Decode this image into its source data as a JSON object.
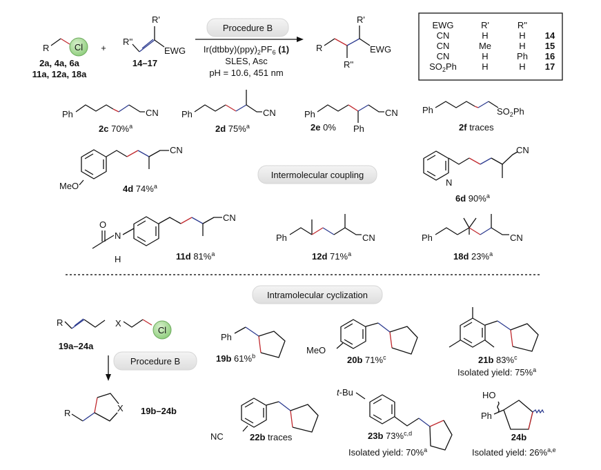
{
  "scheme": {
    "reactant1": {
      "r": "R",
      "cl": "Cl",
      "label1": "2a, 4a, 6a",
      "label2": "11a, 12a, 18a"
    },
    "plus": "+",
    "reactant2": {
      "r1": "R'",
      "r2": "R''",
      "ewg": "EWG",
      "label": "14–17"
    },
    "procedure": "Procedure B",
    "conditions": {
      "cat_a": "Ir(dtbby)(ppy)",
      "cat_sub1": "2",
      "cat_b": "PF",
      "cat_sub2": "6",
      "cat_num": "(1)",
      "line2": "SLES, Asc",
      "line3": "pH = 10.6, 451 nm"
    },
    "product": {
      "r": "R",
      "r1": "R'",
      "r2": "R''",
      "ewg": "EWG"
    },
    "table": {
      "headers": [
        "EWG",
        "R'",
        "R''"
      ],
      "rows": [
        {
          "ewg": "CN",
          "ewg_sub": "",
          "ewg_tail": "",
          "r1": "H",
          "r2": "H",
          "id": "14"
        },
        {
          "ewg": "CN",
          "ewg_sub": "",
          "ewg_tail": "",
          "r1": "Me",
          "r2": "H",
          "id": "15"
        },
        {
          "ewg": "CN",
          "ewg_sub": "",
          "ewg_tail": "",
          "r1": "H",
          "r2": "Ph",
          "id": "16"
        },
        {
          "ewg": "SO",
          "ewg_sub": "2",
          "ewg_tail": "Ph",
          "r1": "H",
          "r2": "H",
          "id": "17"
        }
      ]
    }
  },
  "atoms": {
    "ph": "Ph",
    "cn": "CN",
    "nc": "NC",
    "so": "SO",
    "so_sub": "2",
    "meo": "MeO",
    "n": "N",
    "nh": "H",
    "o": "O",
    "x": "X",
    "r": "R",
    "cl": "Cl",
    "ho": "HO",
    "tbu_t": "t",
    "tbu": "-Bu"
  },
  "sections": {
    "inter": "Intermolecular coupling",
    "intra": "Intramolecular cyclization",
    "procedure": "Procedure B"
  },
  "intra": {
    "start_label": "19a–24a",
    "end_label": "19b–24b"
  },
  "products": {
    "p2c": {
      "id": "2c",
      "yield": "70%",
      "note": "a"
    },
    "p2d": {
      "id": "2d",
      "yield": "75%",
      "note": "a"
    },
    "p2e": {
      "id": "2e",
      "yield": "0%",
      "note": ""
    },
    "p2f": {
      "id": "2f",
      "yield": "traces",
      "note": ""
    },
    "p4d": {
      "id": "4d",
      "yield": "74%",
      "note": "a"
    },
    "p6d": {
      "id": "6d",
      "yield": "90%",
      "note": "a"
    },
    "p11d": {
      "id": "11d",
      "yield": "81%",
      "note": "a"
    },
    "p12d": {
      "id": "12d",
      "yield": "71%",
      "note": "a"
    },
    "p18d": {
      "id": "18d",
      "yield": "23%",
      "note": "a"
    },
    "p19b": {
      "id": "19b",
      "yield": "61%",
      "note": "b"
    },
    "p20b": {
      "id": "20b",
      "yield": "71%",
      "note": "c"
    },
    "p21b": {
      "id": "21b",
      "yield": "83%",
      "note": "c",
      "isolated": "Isolated yield: 75%",
      "iso_note": "a"
    },
    "p22b": {
      "id": "22b",
      "yield": "traces",
      "note": ""
    },
    "p23b": {
      "id": "23b",
      "yield": "73%",
      "note": "c,d",
      "isolated": "Isolated yield: 70%",
      "iso_note": "a"
    },
    "p24b": {
      "id": "24b",
      "yield": "",
      "note": "",
      "isolated": "Isolated yield: 26%",
      "iso_note": "a,e"
    }
  }
}
